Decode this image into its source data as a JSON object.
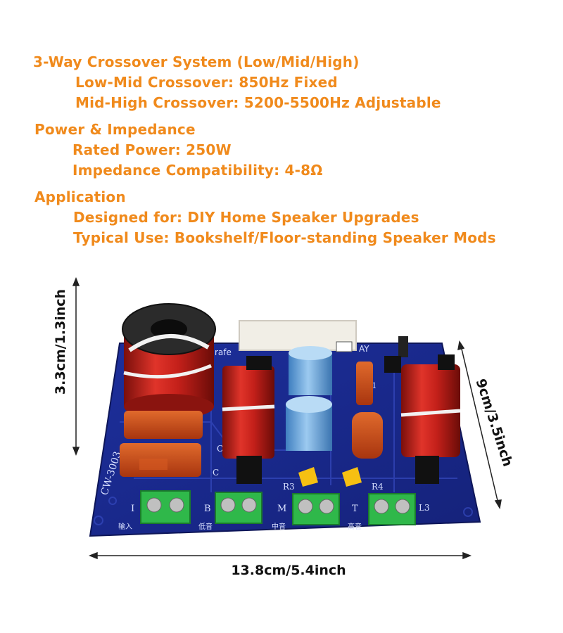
{
  "specs": {
    "crossover_heading": "3-Way Crossover System (Low/Mid/High)",
    "low_mid": "Low-Mid Crossover: 850Hz Fixed",
    "mid_high": "Mid-High Crossover: 5200-5500Hz Adjustable",
    "power_heading": "Power & Impedance",
    "rated_power": "Rated Power: 250W",
    "impedance": "Impedance Compatibility: 4-8Ω",
    "application_heading": "Application",
    "designed_for": "Designed for: DIY Home Speaker Upgrades",
    "typical_use": "Typical Use: Bookshelf/Floor-standing Speaker Mods"
  },
  "dimensions": {
    "height": "3.3cm/1.3inch",
    "depth": "9cm/3.5inch",
    "width": "13.8cm/5.4inch"
  },
  "board": {
    "model": "CW-3003",
    "silk_brand": "rafe",
    "silk_right": "AY",
    "terminal_labels": [
      "I",
      "B",
      "M",
      "T"
    ],
    "terminal_captions": [
      "输入",
      "低音",
      "中音",
      "高音"
    ],
    "part_labels": [
      "C5",
      "C",
      "R3",
      "R4",
      "L3",
      "C1"
    ]
  },
  "colors": {
    "text_accent": "#f08a1c",
    "pcb": "#1a2a8f",
    "coil": "#c4201a",
    "cap": "#c8441a",
    "terminal": "#2fb84a",
    "electrolytic": "#5b9bd5"
  }
}
